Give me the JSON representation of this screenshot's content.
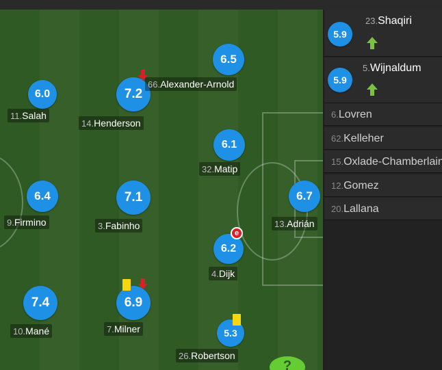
{
  "colors": {
    "rating_bubble": "#1e90e6",
    "pitch_dark": "#2f5a23",
    "pitch_light": "#375f2a",
    "yellow_card": "#f5d60f",
    "sub_out": "#d8202a",
    "sub_in": "#7cc242"
  },
  "players": [
    {
      "num": "11.",
      "name": "Salah",
      "rating": "6.0"
    },
    {
      "num": "14.",
      "name": "Henderson",
      "rating": "7.2"
    },
    {
      "num": "66.",
      "name": "Alexander-Arnold",
      "rating": "6.5"
    },
    {
      "num": "32.",
      "name": "Matip",
      "rating": "6.1"
    },
    {
      "num": "9.",
      "name": "Firmino",
      "rating": "6.4"
    },
    {
      "num": "3.",
      "name": "Fabinho",
      "rating": "7.1"
    },
    {
      "num": "13.",
      "name": "Adrián",
      "rating": "6.7"
    },
    {
      "num": "4.",
      "name": "Dijk",
      "rating": "6.2"
    },
    {
      "num": "10.",
      "name": "Mané",
      "rating": "7.4"
    },
    {
      "num": "7.",
      "name": "Milner",
      "rating": "6.9"
    },
    {
      "num": "26.",
      "name": "Robertson",
      "rating": "5.3"
    }
  ],
  "own_goal_label": "e",
  "substitutes": [
    {
      "num": "23.",
      "name": "Shaqiri",
      "rating": "5.9"
    },
    {
      "num": "5.",
      "name": "Wijnaldum",
      "rating": "5.9"
    }
  ],
  "bench": [
    {
      "num": "6.",
      "name": "Lovren"
    },
    {
      "num": "62.",
      "name": "Kelleher"
    },
    {
      "num": "15.",
      "name": "Oxlade-Chamberlain"
    },
    {
      "num": "12.",
      "name": "Gomez"
    },
    {
      "num": "20.",
      "name": "Lallana"
    }
  ],
  "icons": [
    "sub-out-arrow-icon",
    "sub-in-arrow-icon",
    "yellow-card-icon",
    "own-goal-icon",
    "help-icon"
  ]
}
